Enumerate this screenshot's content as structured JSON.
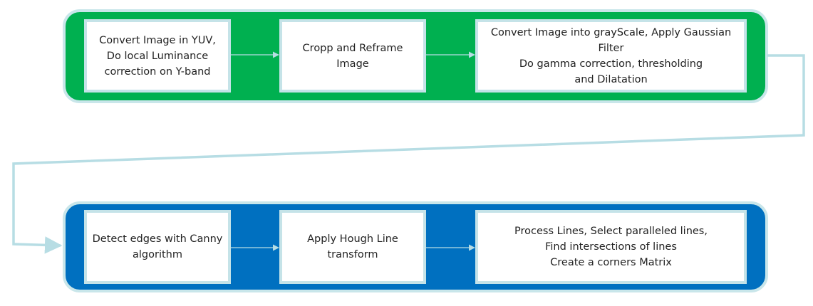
{
  "colors": {
    "top_band": "#00b050",
    "bottom_band": "#0070c0",
    "connector": "#b7dde4",
    "box_border": "#c5e3e8",
    "text": "#222222"
  },
  "top_row": [
    {
      "label": "Convert Image in YUV,\nDo local Luminance\ncorrection on Y-band"
    },
    {
      "label": "Cropp and Reframe\nImage"
    },
    {
      "label": "Convert Image into grayScale, Apply Gaussian\nFilter\nDo gamma correction, thresholding\nand Dilatation"
    }
  ],
  "bottom_row": [
    {
      "label": "Detect edges with Canny\nalgorithm"
    },
    {
      "label": "Apply Hough Line\ntransform"
    },
    {
      "label": "Process Lines, Select paralleled lines,\nFind intersections of lines\nCreate a corners Matrix"
    }
  ]
}
